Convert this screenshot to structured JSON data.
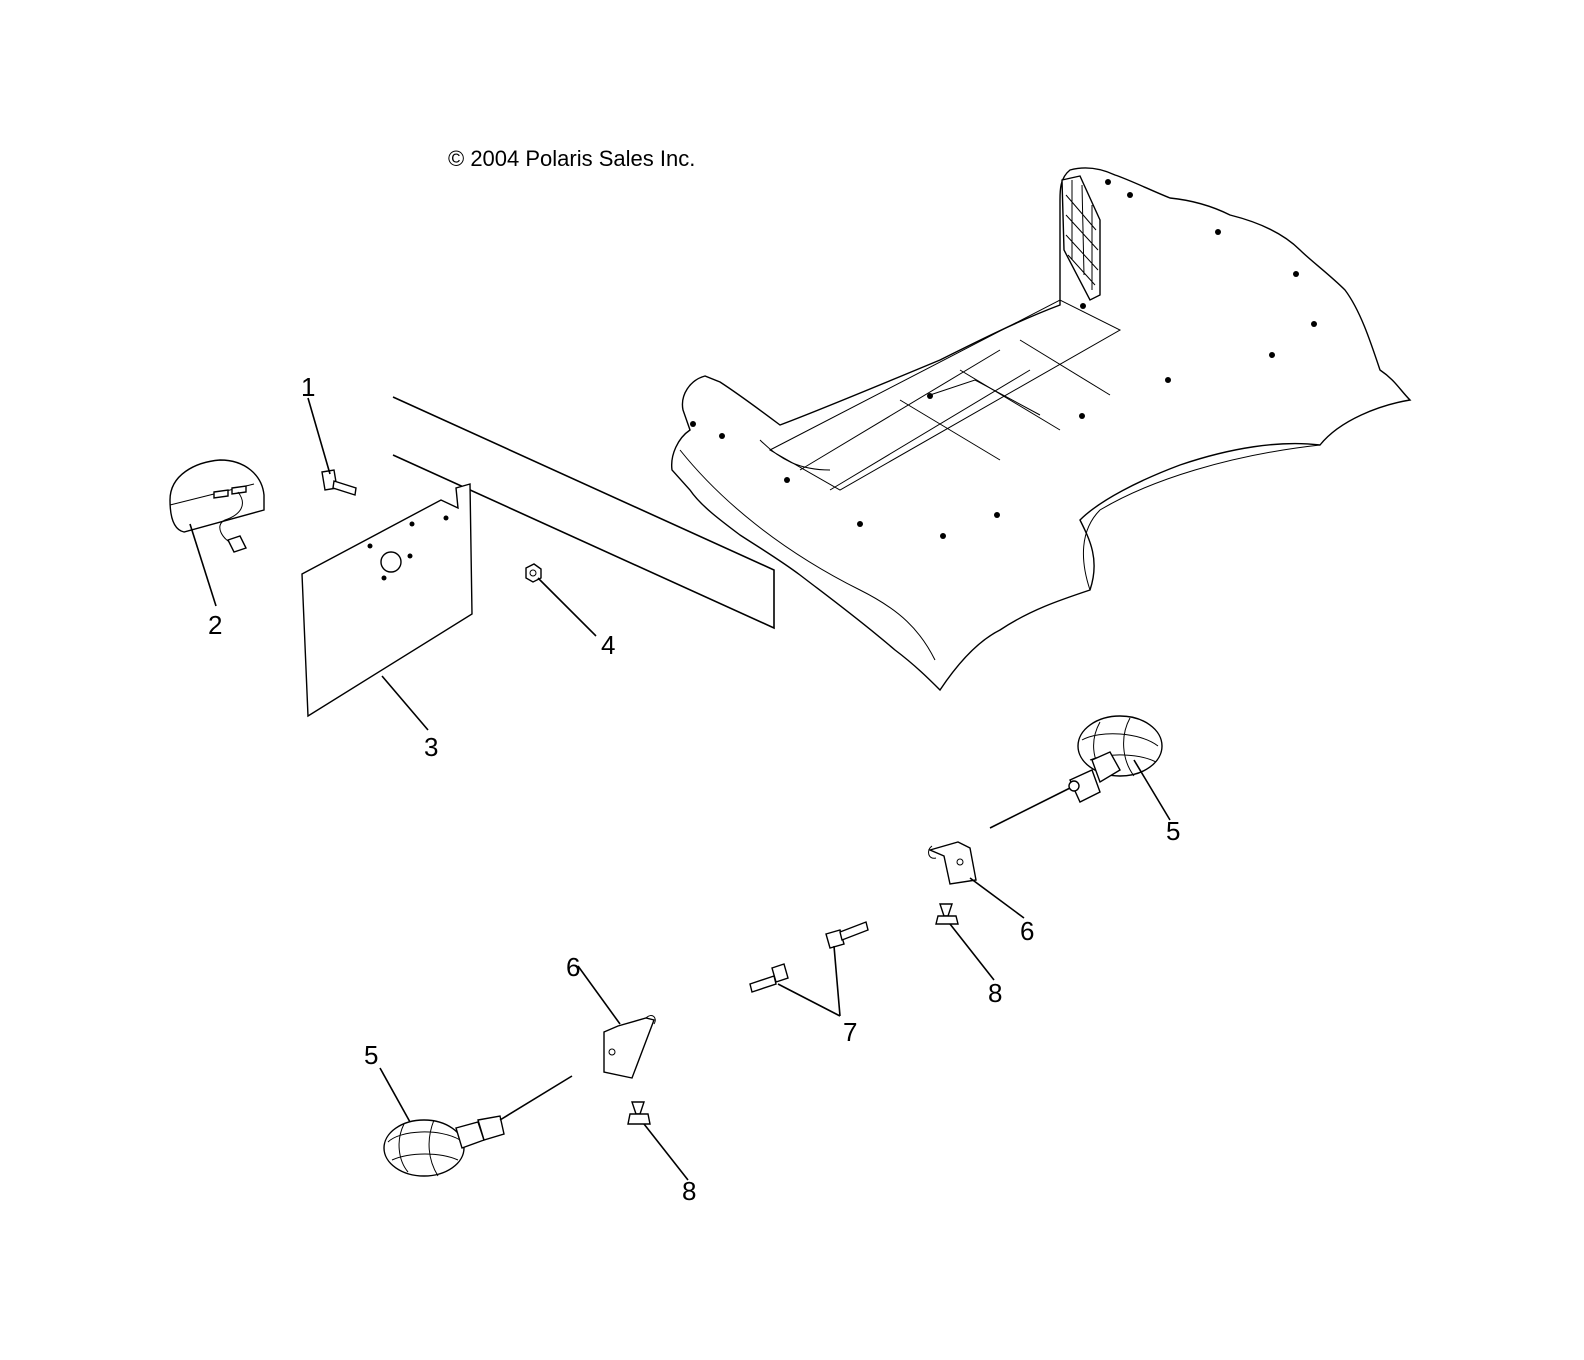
{
  "copyright": "© 2004 Polaris Sales Inc.",
  "callouts": {
    "c1": "1",
    "c2": "2",
    "c3": "3",
    "c4": "4",
    "c5a": "5",
    "c5b": "5",
    "c6a": "6",
    "c6b": "6",
    "c7": "7",
    "c8a": "8",
    "c8b": "8"
  }
}
